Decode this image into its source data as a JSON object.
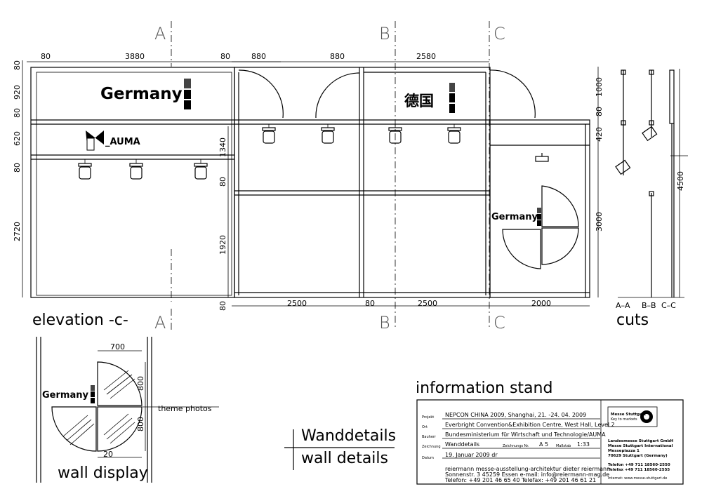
{
  "section_labels": {
    "elevation": "elevation -c-",
    "cuts": "cuts",
    "information_stand": "information stand",
    "wall_display": "wall display",
    "theme_photos": "theme photos",
    "wanddetails": "Wanddetails",
    "wall_details": "wall details"
  },
  "axis_labels": {
    "a": "A",
    "b": "B",
    "c": "C"
  },
  "cut_labels": {
    "aa": "A–A",
    "bb": "B–B",
    "cc": "C–C"
  },
  "brands": {
    "germany": "Germany",
    "auma": "_AUMA",
    "china": "德国"
  },
  "dimensions": {
    "top": [
      "80",
      "3880",
      "80",
      "880",
      "880",
      "2580"
    ],
    "left": [
      "80",
      "920",
      "80",
      "620",
      "80",
      "2720"
    ],
    "middle": [
      "1340",
      "80",
      "1920",
      "80"
    ],
    "right": [
      "1000",
      "80",
      "420",
      "3000"
    ],
    "cuts": "4500",
    "bottom": [
      "2500",
      "80",
      "2500",
      "2000"
    ],
    "wall": [
      "700",
      "800",
      "800",
      "20"
    ]
  },
  "title_block": {
    "field_labels": {
      "projekt": "Projekt",
      "ort": "Ort",
      "bauherr": "Bauherr",
      "zeichnung": "Zeichnung",
      "datum": "Datum",
      "zeichnungs_nr": "Zeichnungs Nr.",
      "massstab": "Maßstab"
    },
    "projekt": "NEPCON CHINA 2009, Shanghai, 21. -24. 04. 2009",
    "ort": "Everbright Convention&Exhibition Centre, West Hall, Level 2",
    "bauherr": "Bundesministerium für Wirtschaft und Technologie/AUMA",
    "zeichnung": "Wanddetails",
    "zeichnungs_nr": "A 5",
    "massstab": "1:33",
    "datum": "19. Januar 2009 dr",
    "architect": [
      "reiermann messe-ausstellung-architektur dieter reiermann",
      "Sonnenstr. 3 45259 Essen e-mail: info@reiermann-mag.de",
      "Telefon: +49 201 46 65 40 Telefax: +49 201 46 61 21"
    ],
    "logo_name": "Messe Stuttgart",
    "logo_tagline": "Key to markets",
    "company": [
      "Landesmesse Stuttgart GmbH",
      "Messe Stuttgart International",
      "Messepiazza 1",
      "70629 Stuttgart (Germany)"
    ],
    "phone": [
      "Telefon +49 711 18560-2550",
      "Telefax +49 711 18560-2555"
    ],
    "internet": "Internet: www.messe-stuttgart.de"
  },
  "colors": {
    "line": "#000000",
    "flag_black": "#000000",
    "flag_red": "#444444",
    "flag_gold": "#666666"
  }
}
